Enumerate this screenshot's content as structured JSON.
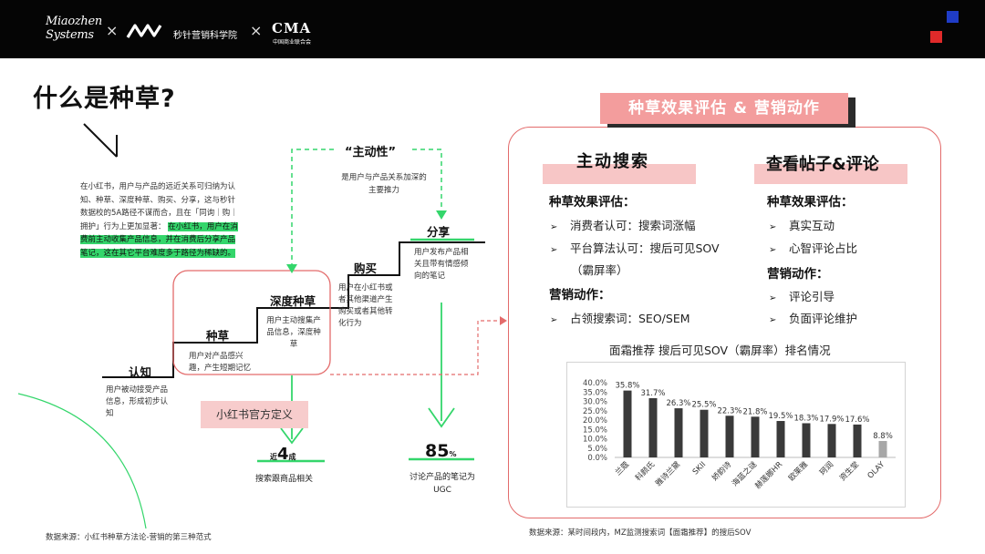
{
  "header": {
    "brand_line1": "Miaozhen",
    "brand_line2": "Systems",
    "separator": "×",
    "school": "秒针营销科学院",
    "partner": "CMA",
    "partner_sub": "中国商业联合会"
  },
  "page_title": "什么是种草?",
  "intro": {
    "plain": "在小红书，用户与产品的远近关系可归纳为认知、种草、深度种草、购买、分享，这与秒针数据校的5A路径不谋而合，且在「同询｜购｜拥护」行为上更加显著：",
    "highlight": "在小红书，用户在消费前主动收集产品信息，并在消费后分享产品笔记，这在其它平台难度多于路径为稀缺的。"
  },
  "stages": [
    {
      "label": "认知",
      "desc": "用户被动接受产品信息，形成初步认知"
    },
    {
      "label": "种草",
      "desc": "用户对产品感兴趣，产生短期记忆"
    },
    {
      "label": "深度种草",
      "desc": "用户主动搜集产品信息，深度种草"
    },
    {
      "label": "购买",
      "desc": "用户在小红书或者其他渠道产生购买或者其他转化行为"
    },
    {
      "label": "分享",
      "desc": "用户发布产品相关且带有情感倾向的笔记"
    }
  ],
  "driver": {
    "title": "“主动性”",
    "desc": "是用户与产品关系加深的主要推力"
  },
  "official_definition": "小红书官方定义",
  "stat1": {
    "prefix": "近",
    "value": "4",
    "suffix": "成",
    "caption": "搜索跟商品相关"
  },
  "stat2": {
    "value": "85",
    "suffix": "%",
    "caption": "讨论产品的笔记为UGC"
  },
  "source_left": "数据来源：小红书种草方法论-营销的第三种范式",
  "panel": {
    "tab": "种草效果评估 & 营销动作",
    "col1": {
      "heading": "主动搜索",
      "eval_title": "种草效果评估：",
      "eval_items": [
        "消费者认可：搜索词涨幅",
        "平台算法认可：搜后可见SOV"
      ],
      "eval_item2_cont": "（霸屏率）",
      "action_title": "营销动作：",
      "action_items": [
        "占领搜索词：SEO/SEM"
      ]
    },
    "col2": {
      "heading": "查看帖子&评论",
      "eval_title": "种草效果评估：",
      "eval_items": [
        "真实互动",
        "心智评论占比"
      ],
      "action_title": "营销动作：",
      "action_items": [
        "评论引导",
        "负面评论维护"
      ]
    },
    "bullet_glyph": "➢"
  },
  "chart_data": {
    "type": "bar",
    "title": "面霜推荐 搜后可见SOV（霸屏率）排名情况",
    "categories": [
      "兰蔻",
      "科颜氏",
      "雅诗兰黛",
      "SKII",
      "娇韵诗",
      "海蓝之谜",
      "赫莲娜HR",
      "欧莱雅",
      "珂润",
      "资生堂",
      "OLAY"
    ],
    "values": [
      35.8,
      31.7,
      26.3,
      25.5,
      22.3,
      21.8,
      19.5,
      18.3,
      17.9,
      17.6,
      8.8
    ],
    "value_labels": [
      "35.8%",
      "31.7%",
      "26.3%",
      "25.5%",
      "22.3%",
      "21.8%",
      "19.5%",
      "18.3%",
      "17.9%",
      "17.6%",
      "8.8%"
    ],
    "yticks": [
      "0.0%",
      "5.0%",
      "10.0%",
      "15.0%",
      "20.0%",
      "25.0%",
      "30.0%",
      "35.0%",
      "40.0%"
    ],
    "ylim": [
      0,
      40
    ],
    "colors": {
      "main": "#3a3a3a",
      "last": "#a7a7a7"
    }
  },
  "source_right": "数据来源：某时间段内，MZ监测搜索词【面霜推荐】的搜后SOV",
  "colors": {
    "accent_pink": "#f39d9d",
    "accent_green": "#34d66b",
    "panel_border": "#e36b6b",
    "corner_blue": "#1f3cc7",
    "corner_red": "#e02a2a"
  }
}
